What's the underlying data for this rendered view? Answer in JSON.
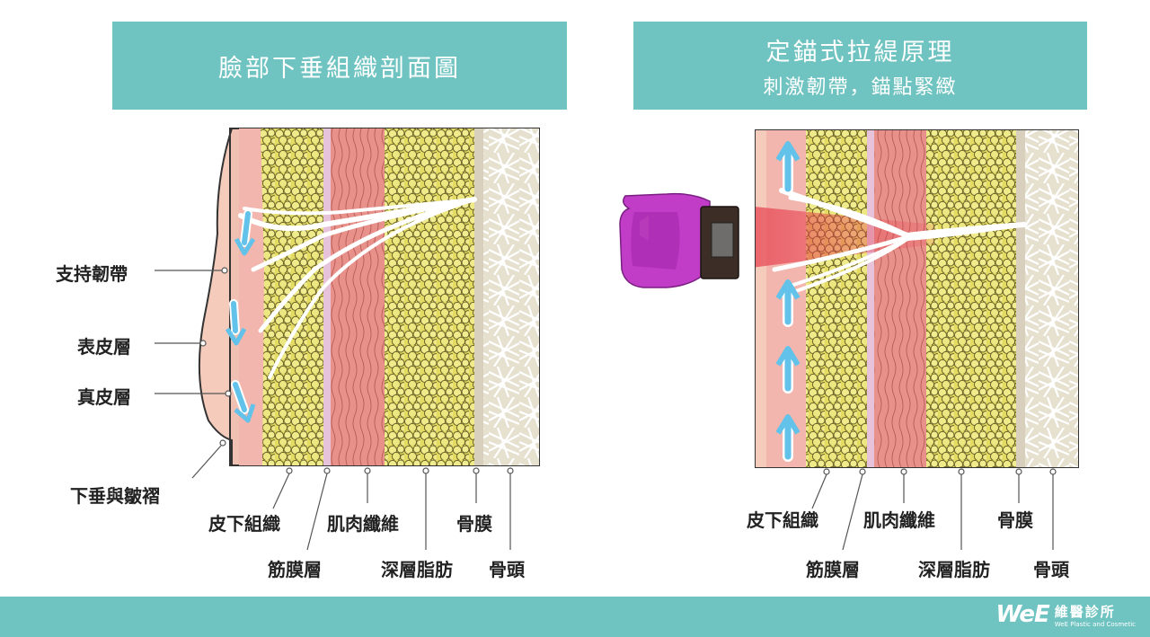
{
  "left_panel": {
    "title": "臉部下垂組織剖面圖",
    "side_labels": [
      "支持韌帶",
      "表皮層",
      "真皮層",
      "下垂與皺褶"
    ],
    "bottom_labels": [
      "皮下組織",
      "筋膜層",
      "肌肉纖維",
      "深層脂肪",
      "骨膜",
      "骨頭"
    ]
  },
  "right_panel": {
    "title": "定錨式拉緹原理",
    "subtitle": "刺激韌帶，錨點緊緻",
    "bottom_labels": [
      "皮下組織",
      "筋膜層",
      "肌肉纖維",
      "深層脂肪",
      "骨膜",
      "骨頭"
    ]
  },
  "footer": {
    "logo_mark": "WeE",
    "logo_name": "維醫診所",
    "logo_en": "WeE Plastic and Cosmetic"
  },
  "colors": {
    "banner": "#6fc3c0",
    "skin": "#f3c3b0",
    "dermis": "#f2b5ae",
    "fat": "#eae47f",
    "muscle": "#e58f89",
    "bone": "#e9e3d2",
    "arrow": "#6fc5ea",
    "device": "#c23bc8"
  },
  "icons": [
    "down-arrow-icon",
    "up-arrow-icon",
    "device-icon"
  ]
}
